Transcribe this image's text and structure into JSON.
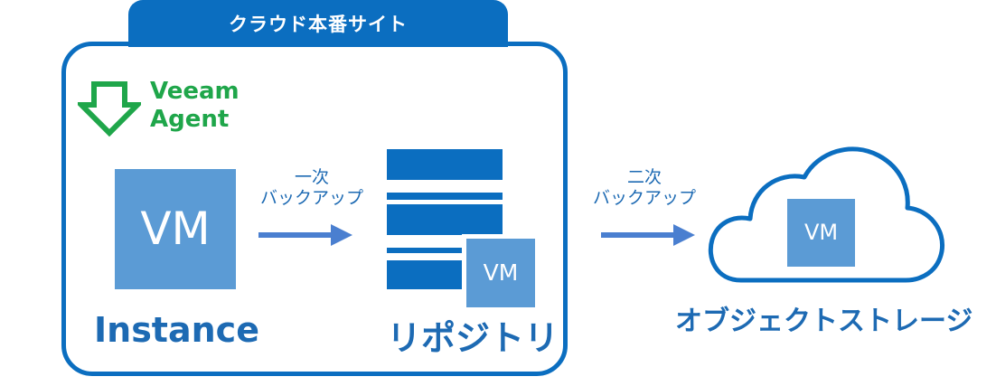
{
  "site": {
    "title": "クラウド本番サイト"
  },
  "agent": {
    "line1": "Veeam",
    "line2": "Agent"
  },
  "instance": {
    "vm_label": "VM",
    "label": "Instance"
  },
  "primary_backup": {
    "line1": "一次",
    "line2": "バックアップ"
  },
  "repository": {
    "vm_label": "VM",
    "label": "リポジトリ"
  },
  "secondary_backup": {
    "line1": "二次",
    "line2": "バックアップ"
  },
  "object_storage": {
    "vm_label": "VM",
    "label": "オブジェクトストレージ"
  },
  "colors": {
    "primary_blue": "#0b6ec0",
    "vm_blue": "#5b9bd5",
    "text_blue": "#1d6ab3",
    "arrow_blue": "#4a7fd0",
    "agent_green": "#1fa64a"
  }
}
